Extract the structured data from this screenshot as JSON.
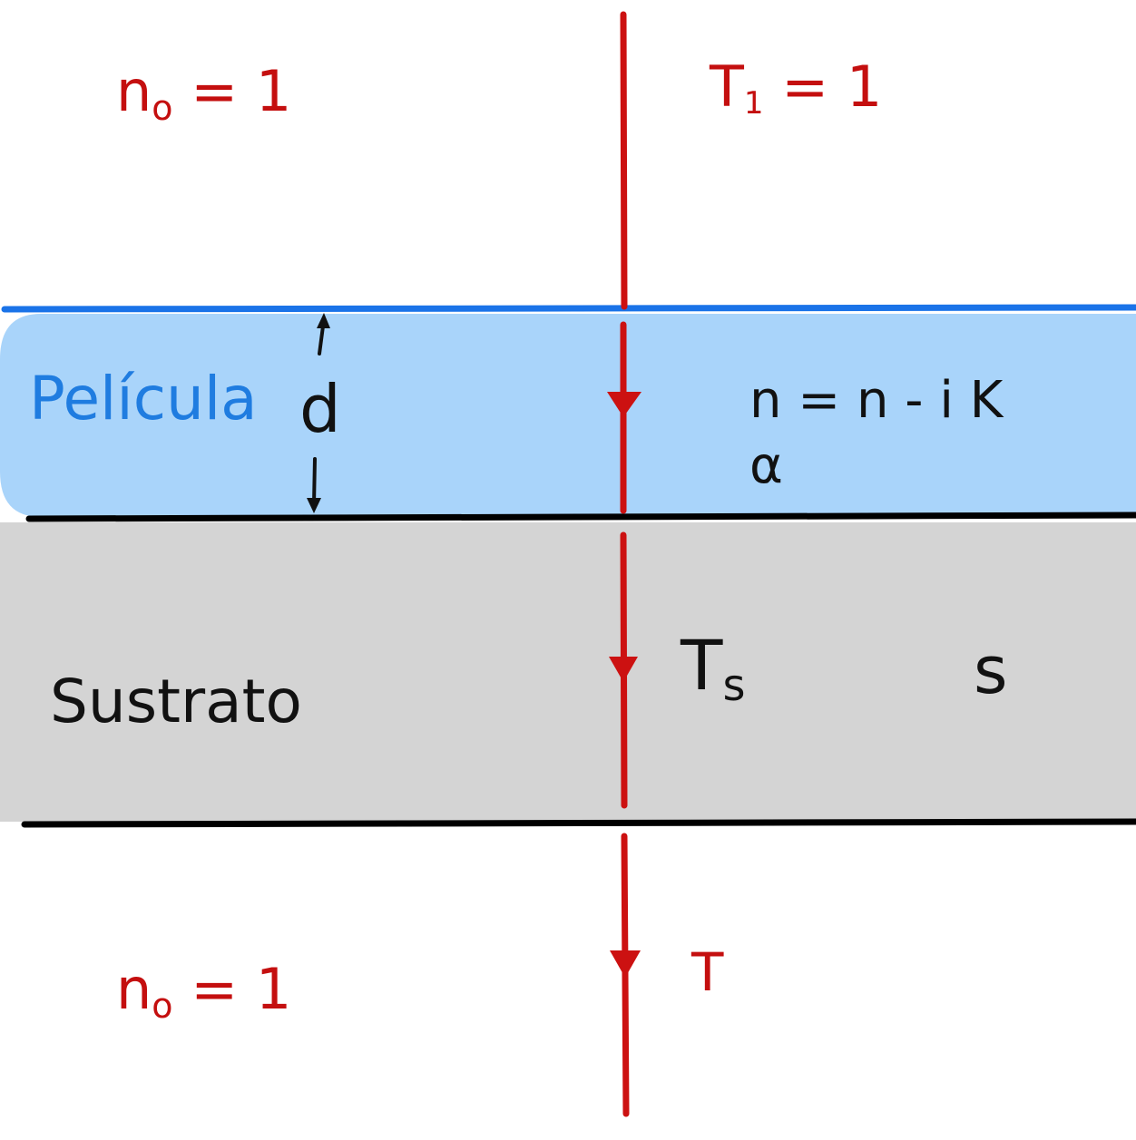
{
  "labels": {
    "medium_top": {
      "main": "n",
      "sub": "o",
      "rest": " = 1"
    },
    "transmittance_top": {
      "main": "T",
      "sub": "1",
      "rest": " = 1"
    },
    "film_name": "Película",
    "thickness": "d",
    "film_index": "n = n - i K",
    "film_absorption": "α",
    "substrate_name": "Sustrato",
    "substrate_transmittance": {
      "main": "T",
      "sub": "s"
    },
    "substrate_index": "s",
    "transmittance_out": "T",
    "medium_bottom": {
      "main": "n",
      "sub": "o",
      "rest": " = 1"
    }
  },
  "colors": {
    "ray": "#cc1111",
    "film_fill": "#a9d4fa",
    "film_line": "#1a73e8",
    "substrate_fill": "#d4d4d4",
    "boundary_line": "#000000",
    "background": "#ffffff"
  }
}
